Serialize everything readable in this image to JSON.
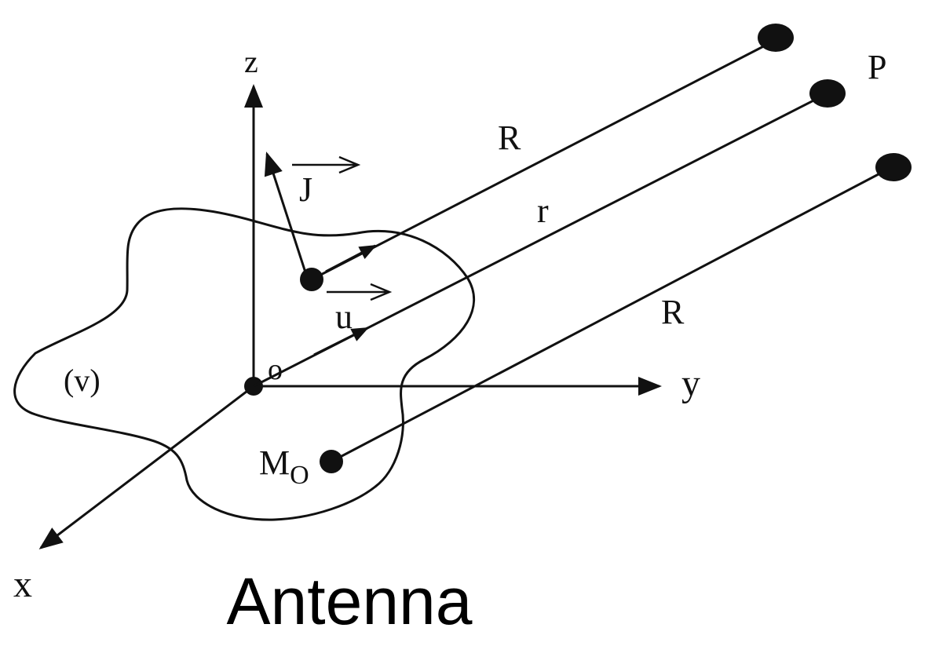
{
  "diagram": {
    "caption": "Antenna",
    "axes": {
      "z": "z",
      "y": "y",
      "x": "x",
      "origin": "o"
    },
    "labels": {
      "J": "J",
      "u": "u",
      "R_upper": "R",
      "r": "r",
      "R_lower": "R",
      "P": "P",
      "volume": "(v)",
      "M": "M",
      "M_sub": "O"
    }
  }
}
